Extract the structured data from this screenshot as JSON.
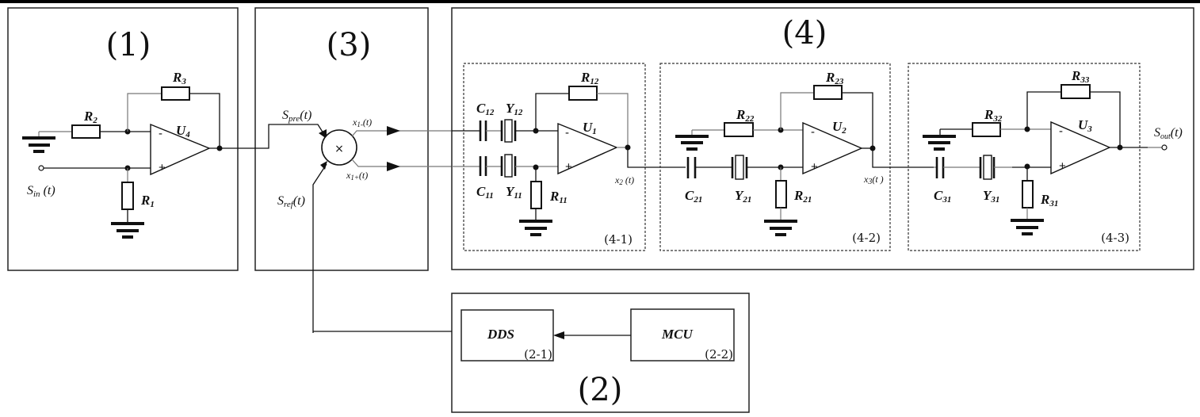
{
  "diagram": {
    "blocks": {
      "b1": {
        "label": "(1)"
      },
      "b2": {
        "label": "(2)"
      },
      "b3": {
        "label": "(3)"
      },
      "b4": {
        "label": "(4)"
      },
      "b41": {
        "label": "(4-1)"
      },
      "b42": {
        "label": "(4-2)"
      },
      "b43": {
        "label": "(4-3)"
      },
      "dds": {
        "name": "DDS",
        "sub": "(2-1)"
      },
      "mcu": {
        "name": "MCU",
        "sub": "(2-2)"
      }
    },
    "components": {
      "R1": {
        "base": "R",
        "idx": "1"
      },
      "R2": {
        "base": "R",
        "idx": "2"
      },
      "R3": {
        "base": "R",
        "idx": "3"
      },
      "U4": {
        "base": "U",
        "idx": "4"
      },
      "U1": {
        "base": "U",
        "idx": "1"
      },
      "U2": {
        "base": "U",
        "idx": "2"
      },
      "U3": {
        "base": "U",
        "idx": "3"
      },
      "R11": {
        "base": "R",
        "idx": "11"
      },
      "R12": {
        "base": "R",
        "idx": "12"
      },
      "R21": {
        "base": "R",
        "idx": "21"
      },
      "R22": {
        "base": "R",
        "idx": "22"
      },
      "R23": {
        "base": "R",
        "idx": "23"
      },
      "R31": {
        "base": "R",
        "idx": "31"
      },
      "R32": {
        "base": "R",
        "idx": "32"
      },
      "R33": {
        "base": "R",
        "idx": "33"
      },
      "C11": {
        "base": "C",
        "idx": "11"
      },
      "C12": {
        "base": "C",
        "idx": "12"
      },
      "C21": {
        "base": "C",
        "idx": "21"
      },
      "C31": {
        "base": "C",
        "idx": "31"
      },
      "Y11": {
        "base": "Y",
        "idx": "11"
      },
      "Y12": {
        "base": "Y",
        "idx": "12"
      },
      "Y21": {
        "base": "Y",
        "idx": "21"
      },
      "Y31": {
        "base": "Y",
        "idx": "31"
      }
    },
    "signals": {
      "sin": {
        "base": "S",
        "sub": "in",
        "arg": " (t)"
      },
      "spre": {
        "base": "S",
        "sub": "pre",
        "arg": "(t)"
      },
      "sref": {
        "base": "S",
        "sub": "ref",
        "arg": "(t)"
      },
      "sout": {
        "base": "S",
        "sub": "out",
        "arg": "(t)"
      },
      "x1m": {
        "base": "x",
        "sub": "1-",
        "arg": "(t)"
      },
      "x1p": {
        "base": "x",
        "sub": "1+",
        "arg": "(t)"
      },
      "x2": {
        "base": "x",
        "sub": "2",
        "arg": " (t)"
      },
      "x3": {
        "base": "x",
        "sub": "3",
        "arg": "(t )"
      }
    },
    "multiplier_symbol": "×",
    "opamp_minus": "-",
    "opamp_plus": "+"
  }
}
